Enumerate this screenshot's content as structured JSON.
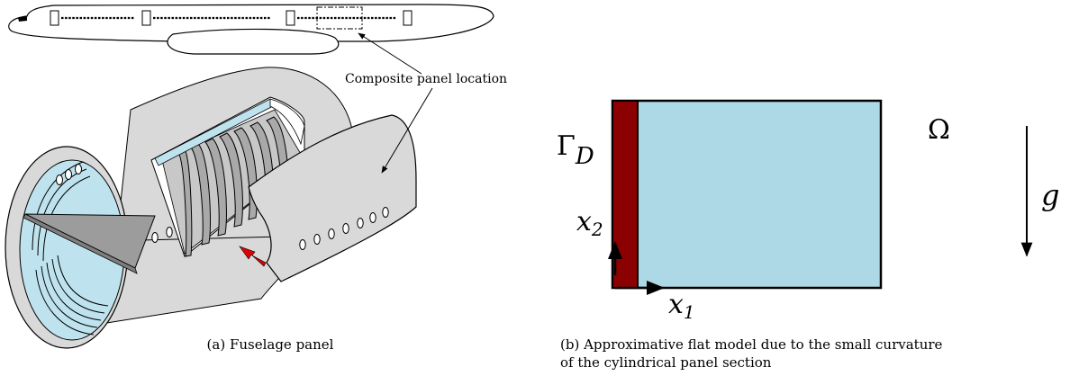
{
  "subfigure_a": {
    "callout": "Composite panel location",
    "caption": "(a) Fuselage panel"
  },
  "subfigure_b": {
    "labels": {
      "boundary": "Γ",
      "boundary_sub": "D",
      "domain": "Ω",
      "load": "g",
      "axis_x1": "x",
      "axis_x1_sub": "1",
      "axis_x2": "x",
      "axis_x2_sub": "2"
    },
    "caption_line1": "(b) Approximative flat model due to the small curvature",
    "caption_line2": "of the cylindrical panel section"
  },
  "colors": {
    "panel_fill": "#add8e6",
    "dirichlet_boundary": "#8b0000",
    "skin_gray": "#d9d9d9",
    "frame_gray": "#9c9c9c",
    "window_blue": "#bfe3ee",
    "arrow_red": "#e00000"
  }
}
